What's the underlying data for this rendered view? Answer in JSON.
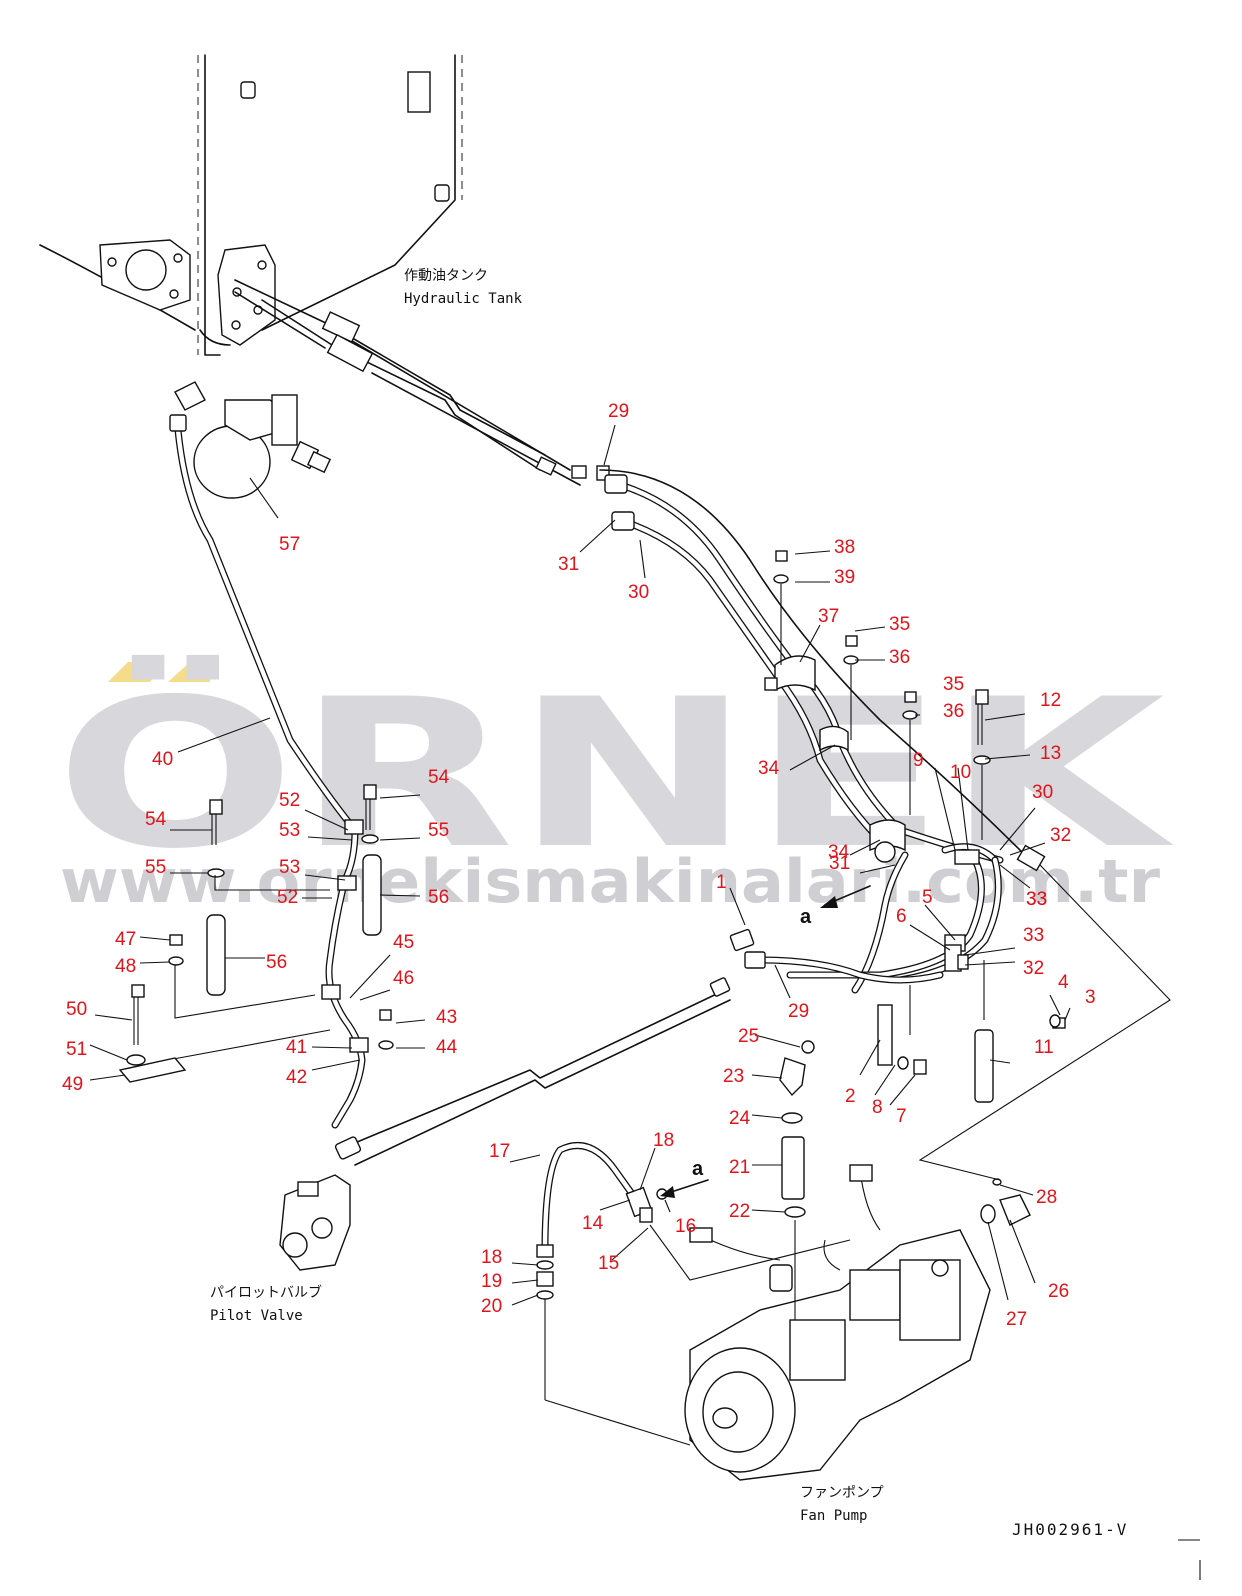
{
  "watermark": {
    "brand": "ÖRNEK",
    "url": "www.ornekismakinalari.com.tr",
    "accent_color": "#f5dc8a"
  },
  "components": {
    "hydraulic_tank": {
      "label_jp": "作動油タンク",
      "label_en": "Hydraulic Tank"
    },
    "pilot_valve": {
      "label_jp": "パイロットバルブ",
      "label_en": "Pilot Valve"
    },
    "fan_pump": {
      "label_jp": "ファンポンプ",
      "label_en": "Fan Pump"
    }
  },
  "view_reference": "a",
  "drawing_id": "JH002961-V",
  "callout_color": "#e0141b",
  "callouts": [
    "1",
    "2",
    "3",
    "4",
    "5",
    "6",
    "7",
    "8",
    "9",
    "10",
    "11",
    "12",
    "13",
    "14",
    "15",
    "16",
    "17",
    "18",
    "18",
    "19",
    "20",
    "21",
    "22",
    "23",
    "24",
    "25",
    "26",
    "27",
    "28",
    "29",
    "29",
    "30",
    "30",
    "31",
    "31",
    "32",
    "32",
    "33",
    "33",
    "33",
    "34",
    "34",
    "35",
    "35",
    "36",
    "36",
    "37",
    "38",
    "39",
    "40",
    "41",
    "42",
    "43",
    "44",
    "45",
    "46",
    "47",
    "48",
    "49",
    "50",
    "51",
    "52",
    "52",
    "53",
    "53",
    "54",
    "54",
    "55",
    "55",
    "56",
    "56",
    "57"
  ]
}
